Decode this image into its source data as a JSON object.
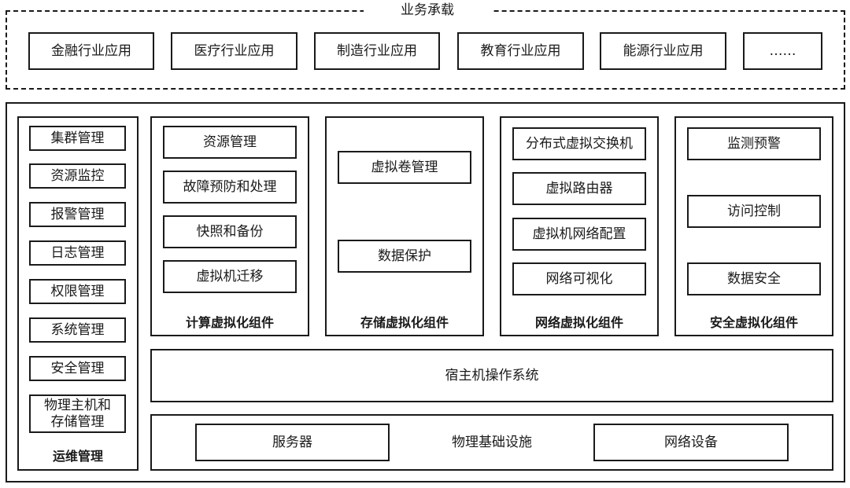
{
  "business": {
    "title": "业务承载",
    "apps": [
      "金融行业应用",
      "医疗行业应用",
      "制造行业应用",
      "教育行业应用",
      "能源行业应用",
      "……"
    ]
  },
  "ops": {
    "title": "运维管理",
    "items": [
      "集群管理",
      "资源监控",
      "报警管理",
      "日志管理",
      "权限管理",
      "系统管理",
      "安全管理",
      "物理主机和存储管理"
    ]
  },
  "compute": {
    "title": "计算虚拟化组件",
    "items": [
      "资源管理",
      "故障预防和处理",
      "快照和备份",
      "虚拟机迁移"
    ]
  },
  "storage": {
    "title": "存储虚拟化组件",
    "items": [
      "虚拟卷管理",
      "数据保护"
    ]
  },
  "network": {
    "title": "网络虚拟化组件",
    "items": [
      "分布式虚拟交换机",
      "虚拟路由器",
      "虚拟机网络配置",
      "网络可视化"
    ]
  },
  "security": {
    "title": "安全虚拟化组件",
    "items": [
      "监测预警",
      "访问控制",
      "数据安全"
    ]
  },
  "host_os": {
    "label": "宿主机操作系统"
  },
  "infrastructure": {
    "label": "物理基础设施",
    "server": "服务器",
    "network_device": "网络设备"
  }
}
